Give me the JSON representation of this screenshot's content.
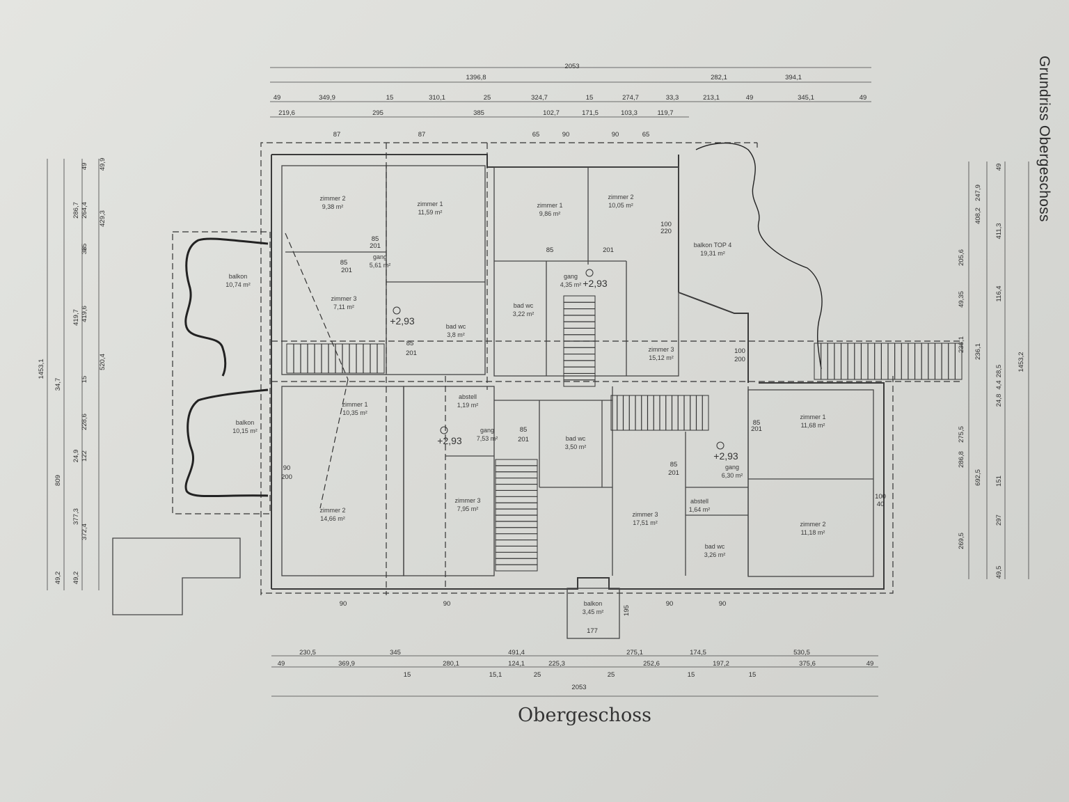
{
  "side_title": "Grundriss Obergeschoss",
  "floor_title": "Obergeschoss",
  "rooms": [
    {
      "name": "zimmer 2",
      "area": "9,38 m²"
    },
    {
      "name": "zimmer 1",
      "area": "11,59 m²"
    },
    {
      "name": "zimmer 1",
      "area": "9,86 m²"
    },
    {
      "name": "zimmer 2",
      "area": "10,05 m²"
    },
    {
      "name": "balkon  TOP 4",
      "area": "19,31 m²"
    },
    {
      "name": "balkon",
      "area": "10,74 m²"
    },
    {
      "name": "zimmer 3",
      "area": "7,11 m²"
    },
    {
      "name": "gang",
      "area": "5,61 m²"
    },
    {
      "name": "bad wc",
      "area": "3,8 m²"
    },
    {
      "name": "gang",
      "area": "4,35 m²"
    },
    {
      "name": "bad wc",
      "area": "3,22 m²"
    },
    {
      "name": "zimmer 3",
      "area": "15,12 m²"
    },
    {
      "name": "balkon",
      "area": "10,15 m²"
    },
    {
      "name": "zimmer 1",
      "area": "10,35 m²"
    },
    {
      "name": "abstell",
      "area": "1,19 m²"
    },
    {
      "name": "gang",
      "area": "7,53 m²"
    },
    {
      "name": "bad wc",
      "area": "3,50 m²"
    },
    {
      "name": "zimmer 1",
      "area": "11,68 m²"
    },
    {
      "name": "gang",
      "area": "6,30 m²"
    },
    {
      "name": "zimmer 2",
      "area": "14,66 m²"
    },
    {
      "name": "zimmer 3",
      "area": "7,95 m²"
    },
    {
      "name": "zimmer 3",
      "area": "17,51 m²"
    },
    {
      "name": "abstell",
      "area": "1,64 m²"
    },
    {
      "name": "bad wc",
      "area": "3,26 m²"
    },
    {
      "name": "zimmer 2",
      "area": "11,18 m²"
    },
    {
      "name": "balkon",
      "area": "3,45 m²"
    }
  ],
  "levels": [
    "+2,93",
    "+2,93",
    "+2,93",
    "+2,93"
  ],
  "dims": {
    "top_r1": [
      "2053"
    ],
    "top_r2": [
      "1396,8",
      "282,1",
      "394,1"
    ],
    "top_r3": [
      "49",
      "349,9",
      "15",
      "310,1",
      "25",
      "324,7",
      "15",
      "274,7",
      "33,3",
      "213,1",
      "49",
      "345,1",
      "49"
    ],
    "top_r4": [
      "219,6",
      "295",
      "385",
      "102,7",
      "171,5",
      "103,3",
      "119,7"
    ],
    "top_openings": [
      "87",
      "87",
      "65",
      "90",
      "90",
      "65"
    ],
    "bottom_r1": [
      "230,5",
      "345",
      "491,4",
      "275,1",
      "174,5",
      "530,5"
    ],
    "bottom_r2": [
      "49",
      "369,9",
      "280,1",
      "124,1",
      "225,3",
      "252,6",
      "197,2",
      "375,6",
      "49"
    ],
    "bottom_r3": [
      "15",
      "15,1",
      "25",
      "25",
      "15",
      "15"
    ],
    "bottom_r4": [
      "2053"
    ],
    "bottom_openings": [
      "90",
      "90",
      "90",
      "90"
    ],
    "balkon_small_width": "177",
    "balkon_small_depth": "195",
    "left_c1": [
      "1453,1"
    ],
    "left_c2": [
      "34,7",
      "809",
      "49,2"
    ],
    "left_c3": [
      "286,7",
      "419,7",
      "24,9",
      "377,3",
      "49,2"
    ],
    "left_c4": [
      "25",
      "15",
      "36",
      "122",
      "372,4"
    ],
    "left_c5": [
      "49",
      "264,4",
      "419,6",
      "228,6"
    ],
    "left_c6": [
      "49,9",
      "429,3",
      "520,4"
    ],
    "right_c1": [
      "1453,2"
    ],
    "right_c2": [
      "247,9",
      "408,2",
      "236,1",
      "692,5"
    ],
    "right_c3": [
      "49",
      "411,3",
      "116,4",
      "4,4",
      "28,5",
      "24,8",
      "151",
      "297",
      "49,5"
    ],
    "right_c4": [
      "205,6",
      "49,35",
      "236,1",
      "275,5",
      "286,8",
      "269,5"
    ],
    "door_labels": [
      "85",
      "201",
      "85",
      "201",
      "85",
      "201",
      "85",
      "201",
      "100",
      "220",
      "100",
      "200",
      "85",
      "201",
      "85",
      "201",
      "90",
      "200",
      "100",
      "40",
      "85",
      "201"
    ]
  }
}
